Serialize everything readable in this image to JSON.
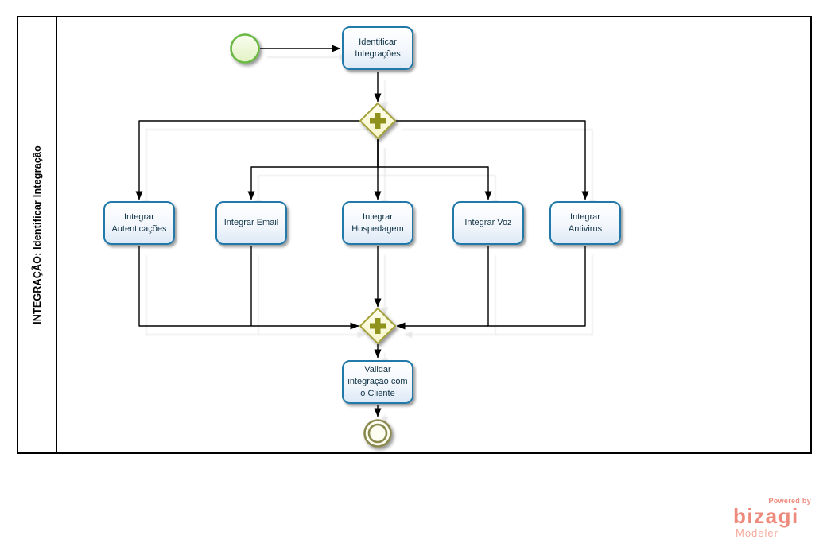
{
  "pool": {
    "label": "INTEGRAÇÃO: Identificar Integração"
  },
  "nodes": {
    "tasks": [
      {
        "label": "Identificar\nIntegrações"
      },
      {
        "label": "Integrar\nAutenticações"
      },
      {
        "label": "Integrar Email"
      },
      {
        "label": "Integrar\nHospedagem"
      },
      {
        "label": "Integrar Voz"
      },
      {
        "label": "Integrar\nAntivirus"
      },
      {
        "label": "Validar\nintegração com\no Cliente"
      }
    ],
    "icons": {
      "start-event": "green-circle",
      "parallel-gateway": "diamond-plus",
      "end-event": "double-circle"
    }
  },
  "branding": {
    "powered_by": "Powered by",
    "brand": "bizagi",
    "product": "Modeler"
  },
  "colors": {
    "pool-border": "#000000",
    "connector": "#000000",
    "task-border": "#2079a8",
    "task-fill-bottom": "#dde9f6",
    "task-text": "#0f3245",
    "start-border": "#68b843",
    "gateway-border": "#a3a138",
    "gateway-plus": "#8f921d",
    "end-border": "#8a8a50",
    "end-fill": "#fdfdf2",
    "brand-salmon": "#ee8a7b",
    "brand-light": "#f6ab9d"
  }
}
